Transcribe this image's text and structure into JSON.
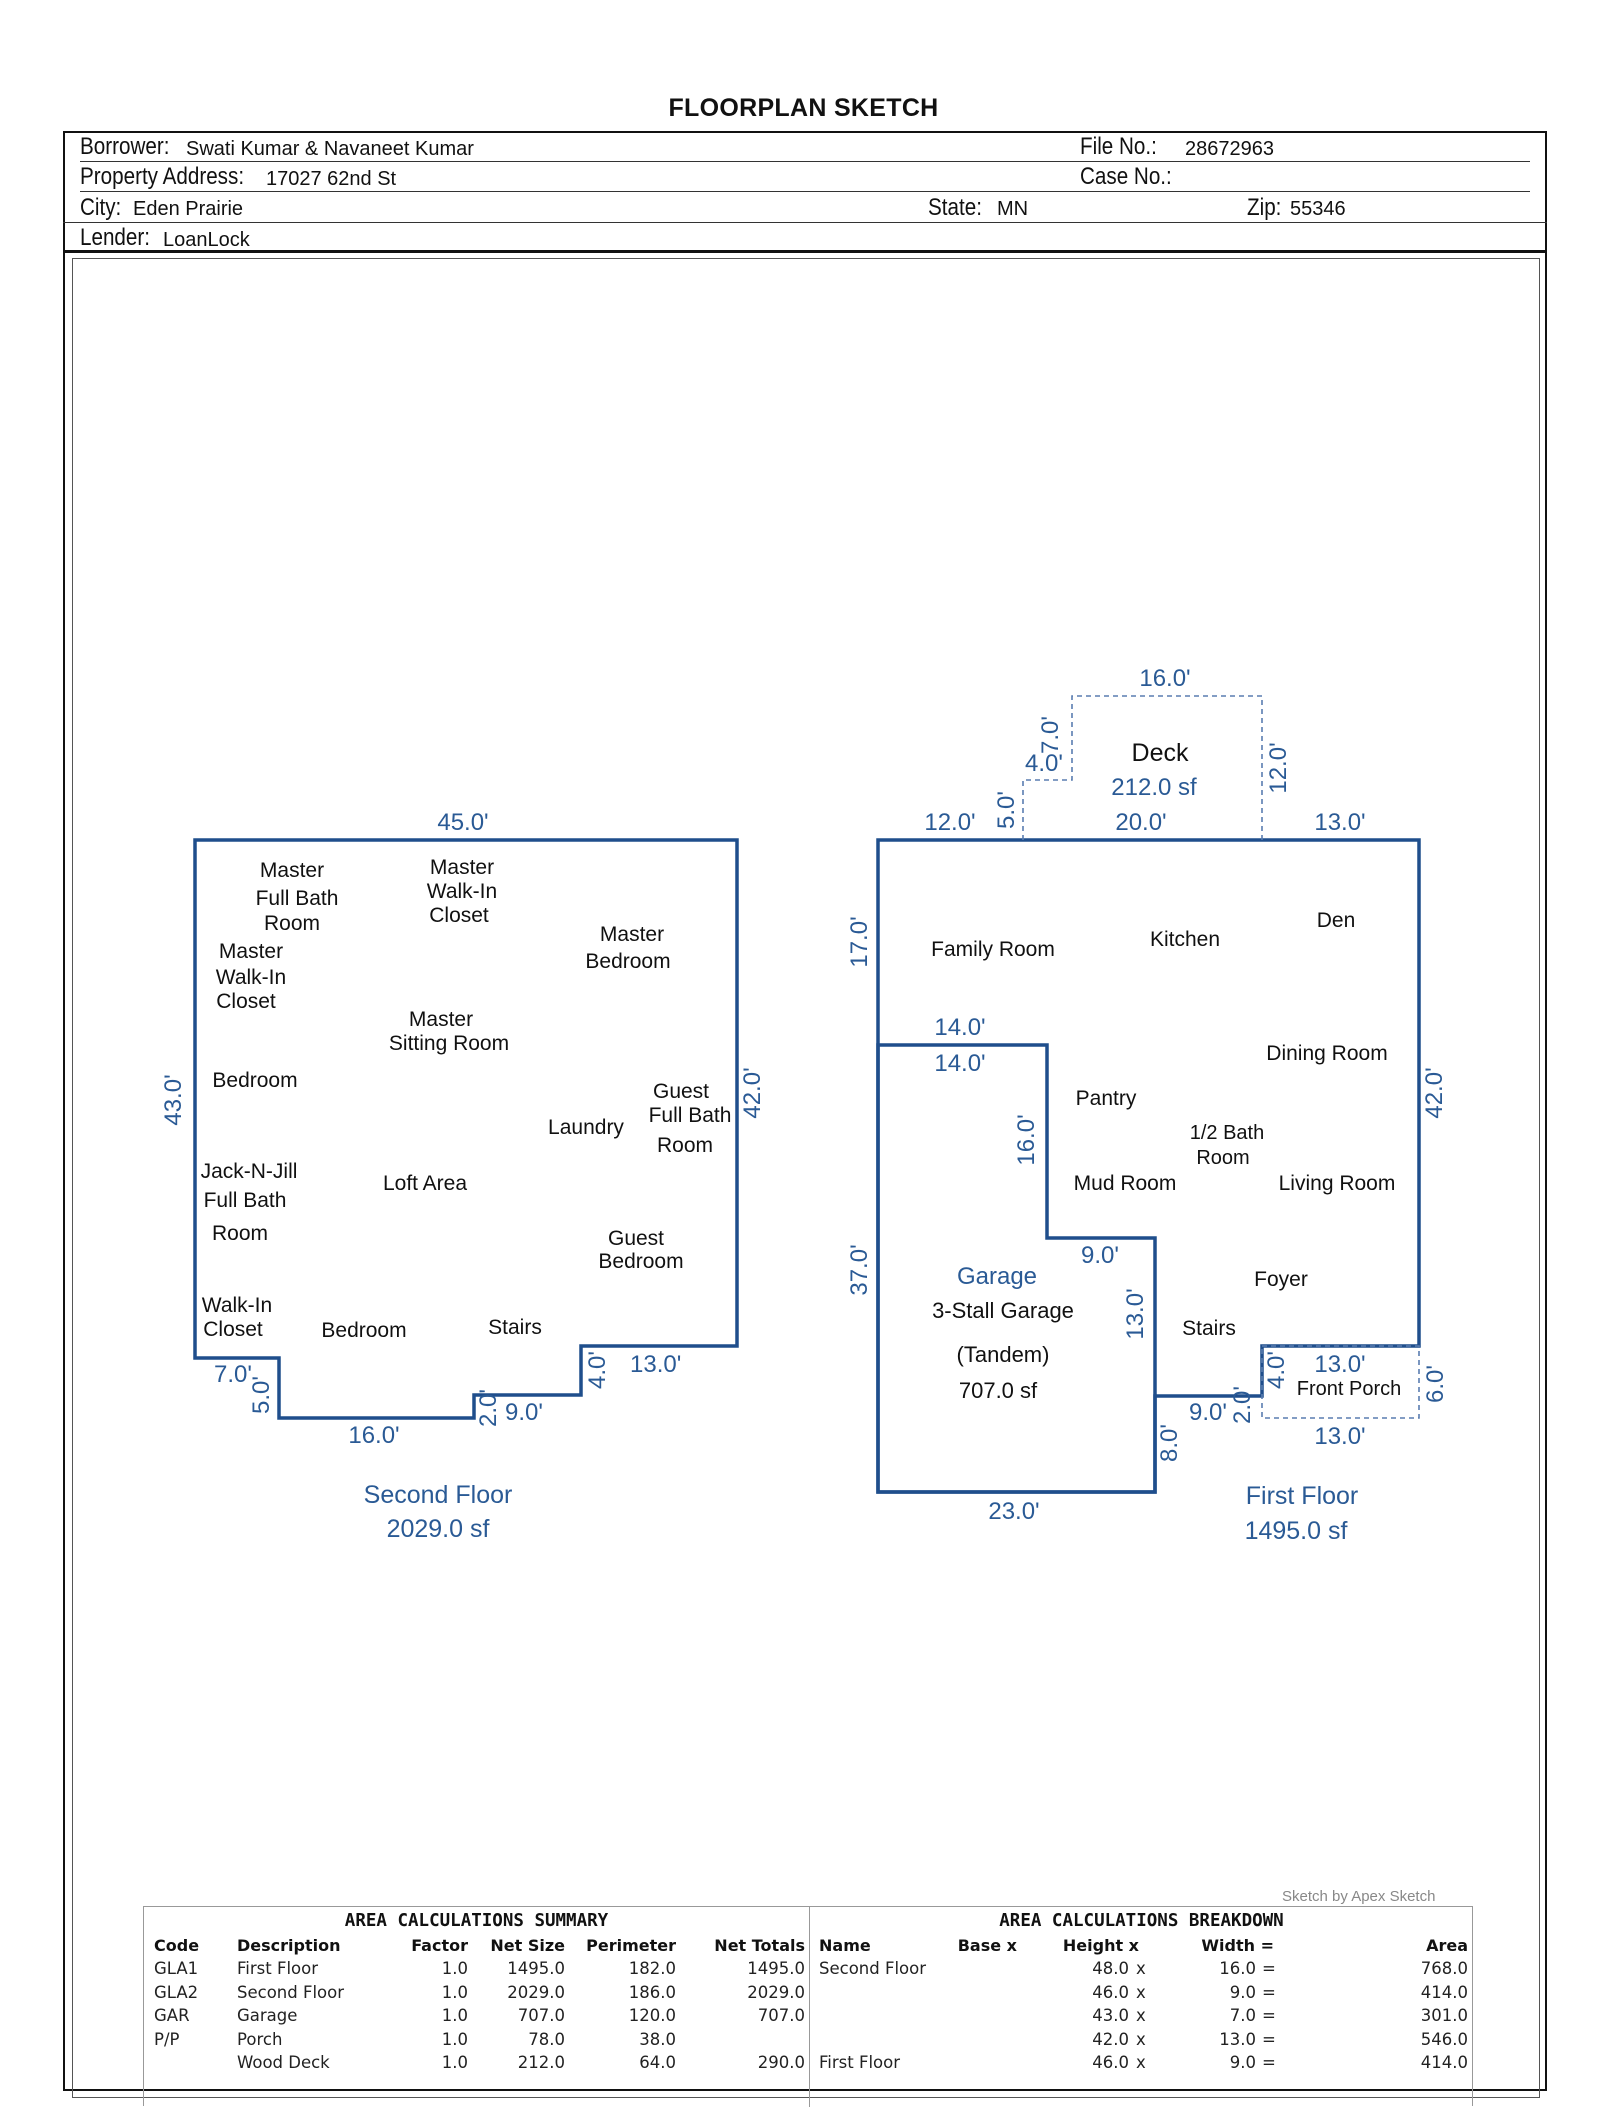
{
  "document": {
    "title": "FLOORPLAN SKETCH",
    "header": {
      "borrower_label": "Borrower:",
      "borrower": "Swati Kumar & Navaneet Kumar",
      "file_no_label": "File No.:",
      "file_no": "28672963",
      "address_label": "Property Address:",
      "address": "17027 62nd St",
      "case_no_label": "Case No.:",
      "case_no": "",
      "city_label": "City:",
      "city": "Eden Prairie",
      "state_label": "State:",
      "state": "MN",
      "zip_label": "Zip:",
      "zip": "55346",
      "lender_label": "Lender:",
      "lender": "LoanLock"
    },
    "credit": "Sketch by Apex Sketch"
  },
  "colors": {
    "wall": "#1f4e8c",
    "label_blue": "#2a5a95",
    "deck_line": "#5a7db0",
    "text": "#111111"
  },
  "sketch": {
    "second_floor": {
      "name": "Second Floor",
      "area": "2029.0 sf",
      "dimensions": [
        "45.0'",
        "43.0'",
        "42.0'",
        "7.0'",
        "5.0'",
        "16.0'",
        "2.0'",
        "9.0'",
        "4.0'",
        "13.0'"
      ],
      "rooms": [
        "Master",
        "Full Bath",
        "Room",
        "Master",
        "Walk-In",
        "Closet",
        "Master",
        "Bedroom",
        "Master",
        "Walk-In",
        "Closet",
        "Master",
        "Sitting Room",
        "Bedroom",
        "Guest",
        "Full Bath",
        "Room",
        "Laundry",
        "Jack-N-Jill",
        "Full Bath",
        "Room",
        "Loft Area",
        "Guest",
        "Bedroom",
        "Walk-In",
        "Closet",
        "Bedroom",
        "Stairs"
      ]
    },
    "first_floor": {
      "name": "First Floor",
      "area": "1495.0 sf",
      "dimensions": [
        "12.0'",
        "5.0'",
        "20.0'",
        "13.0'",
        "17.0'",
        "14.0'",
        "14.0'",
        "16.0'",
        "9.0'",
        "37.0'",
        "13.0'",
        "42.0'",
        "9.0'",
        "2.0'",
        "4.0'",
        "13.0'",
        "13.0'",
        "6.0'",
        "8.0'",
        "23.0'"
      ],
      "rooms": [
        "Family Room",
        "Kitchen",
        "Den",
        "Dining Room",
        "Pantry",
        "1/2 Bath",
        "Room",
        "Mud Room",
        "Living Room",
        "Foyer",
        "Stairs"
      ]
    },
    "garage": {
      "lines": [
        "Garage",
        "3-Stall Garage",
        "(Tandem)",
        "707.0 sf"
      ]
    },
    "deck": {
      "name": "Deck",
      "area": "212.0 sf",
      "dimensions": [
        "16.0'",
        "4.0'",
        "7.0'",
        "12.0'"
      ]
    },
    "porch": {
      "name": "Front Porch"
    }
  },
  "summary": {
    "title": "AREA CALCULATIONS SUMMARY",
    "columns": [
      "Code",
      "Description",
      "Factor",
      "Net Size",
      "Perimeter",
      "Net Totals"
    ],
    "rows": [
      [
        "GLA1",
        "First Floor",
        "1.0",
        "1495.0",
        "182.0",
        "1495.0"
      ],
      [
        "GLA2",
        "Second Floor",
        "1.0",
        "2029.0",
        "186.0",
        "2029.0"
      ],
      [
        "GAR",
        "Garage",
        "1.0",
        "707.0",
        "120.0",
        "707.0"
      ],
      [
        "P/P",
        "Porch",
        "1.0",
        "78.0",
        "38.0",
        ""
      ],
      [
        "",
        "Wood Deck",
        "1.0",
        "212.0",
        "64.0",
        "290.0"
      ]
    ]
  },
  "breakdown": {
    "title": "AREA CALCULATIONS BREAKDOWN",
    "columns": [
      "Name",
      "Base x",
      "Height x",
      "Width =",
      "Area"
    ],
    "rows": [
      [
        "Second Floor",
        "",
        "48.0",
        "x",
        "16.0",
        "=",
        "768.0"
      ],
      [
        "",
        "",
        "46.0",
        "x",
        "9.0",
        "=",
        "414.0"
      ],
      [
        "",
        "",
        "43.0",
        "x",
        "7.0",
        "=",
        "301.0"
      ],
      [
        "",
        "",
        "42.0",
        "x",
        "13.0",
        "=",
        "546.0"
      ],
      [
        "First Floor",
        "",
        "46.0",
        "x",
        "9.0",
        "=",
        "414.0"
      ]
    ]
  }
}
